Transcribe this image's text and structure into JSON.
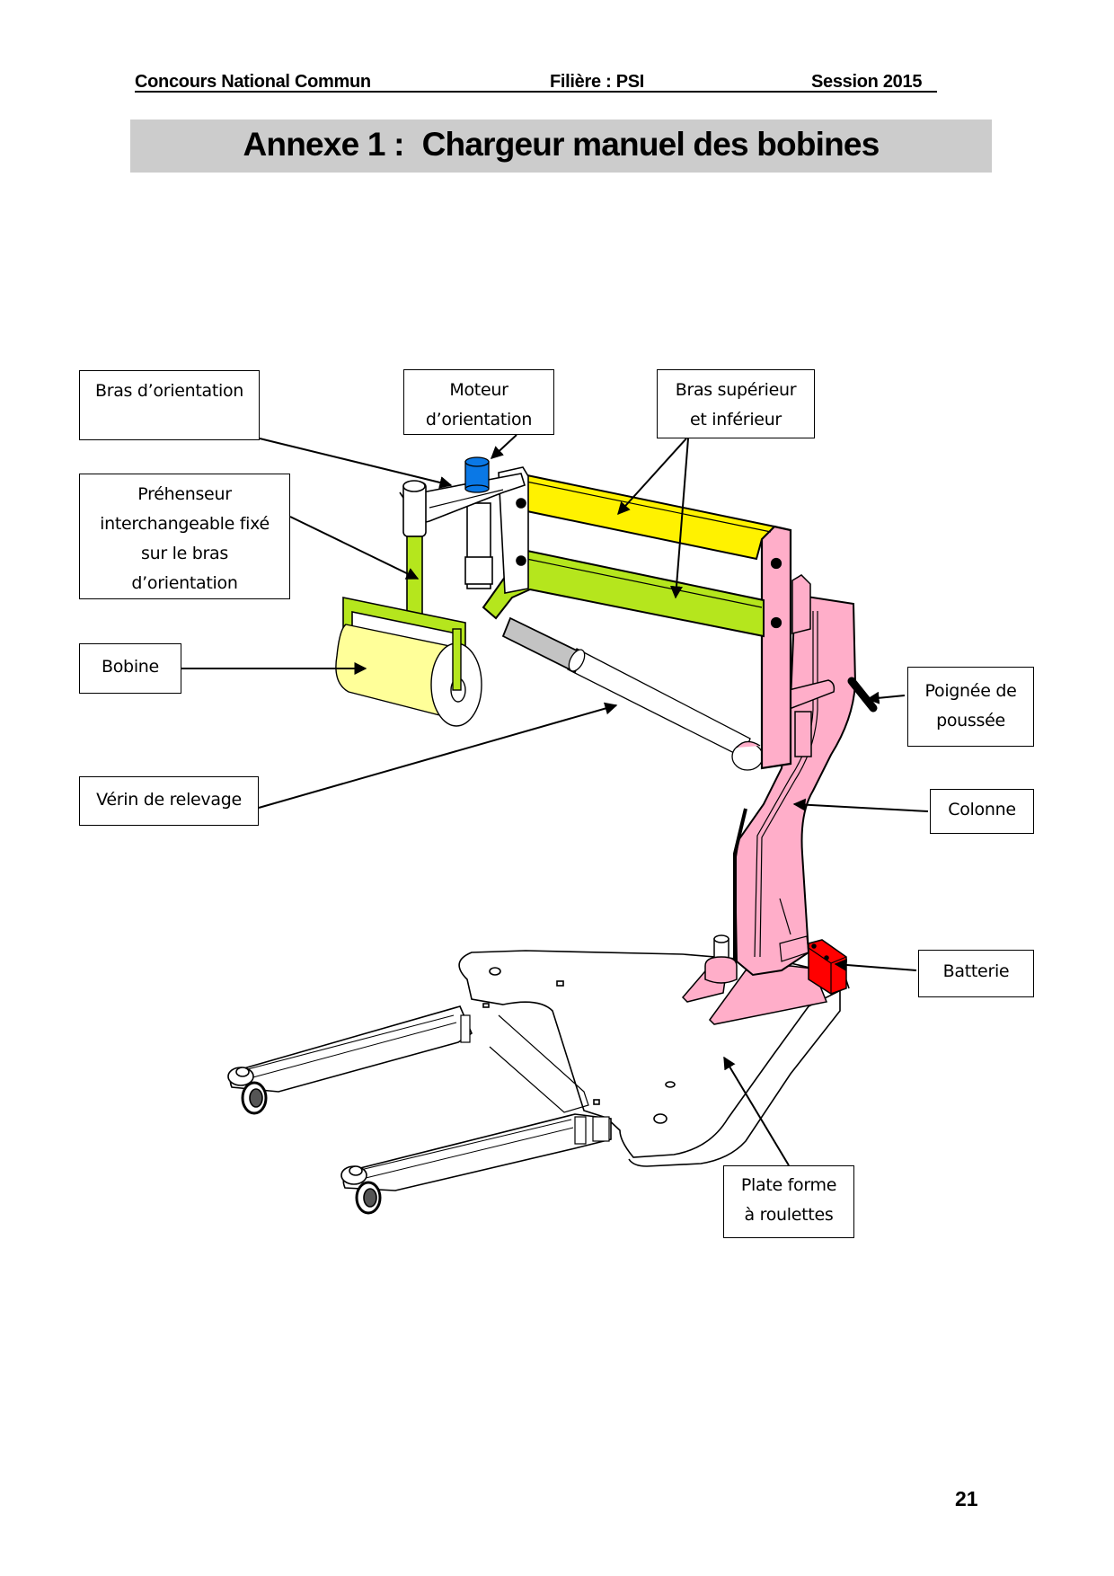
{
  "header": {
    "left": "Concours National Commun",
    "center": "Filière : PSI",
    "right": "Session 2015"
  },
  "title": {
    "prefix": "Annexe 1 :",
    "text": "Chargeur manuel des bobines"
  },
  "labels": {
    "bras_orientation": [
      "Bras d’orientation"
    ],
    "moteur_orientation": [
      "Moteur",
      "d’orientation"
    ],
    "bras_sup_inf": [
      "Bras supérieur",
      "et inférieur"
    ],
    "prehenseur": [
      "Préhenseur",
      "interchangeable fixé",
      "sur le bras",
      "d’orientation"
    ],
    "bobine": [
      "Bobine"
    ],
    "verin": [
      "Vérin de relevage"
    ],
    "poignee": [
      "Poignée de",
      "poussée"
    ],
    "colonne": [
      "Colonne"
    ],
    "batterie": [
      "Batterie"
    ],
    "plate_forme": [
      "Plate forme",
      "à roulettes"
    ]
  },
  "colors": {
    "title_band": "#cccccc",
    "upper_arm": "#fff200",
    "lower_arm_and_gripper": "#b5e61d",
    "column": "#ffaec9",
    "battery": "#ff0000",
    "motor": "#0a78e6",
    "bobine": "#ffff99",
    "jack_rod": "#c3c3c3"
  },
  "page_number": "21"
}
